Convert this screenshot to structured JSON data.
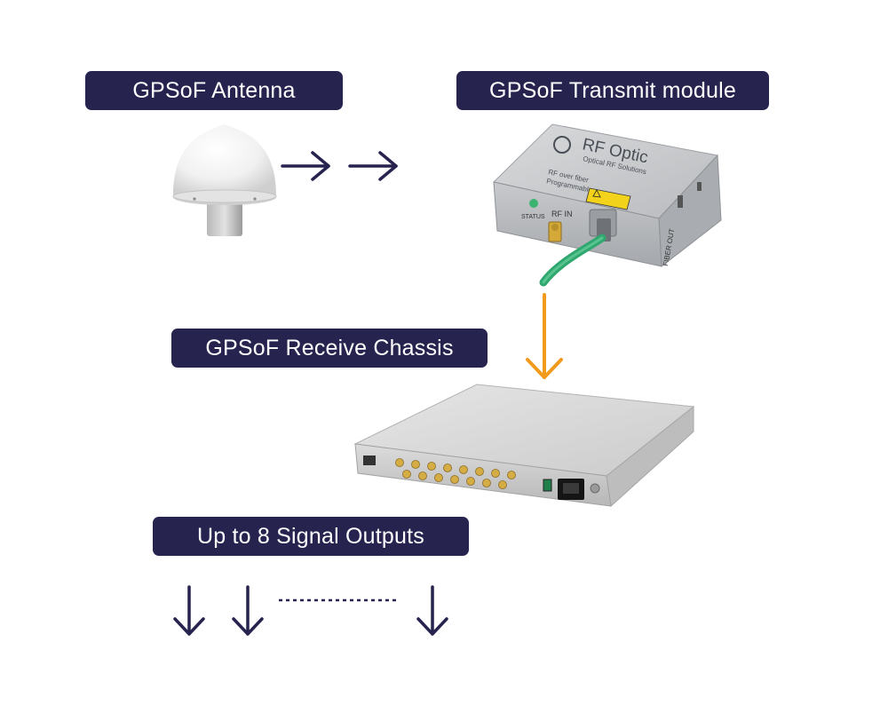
{
  "labels": {
    "antenna": "GPSoF Antenna",
    "transmit": "GPSoF Transmit module",
    "receive": "GPSoF Receive Chassis",
    "outputs": "Up to 8 Signal Outputs"
  },
  "device_text": {
    "brand": "RF Optic",
    "tagline": "Optical RF Solutions",
    "line1": "RF over fiber",
    "line2": "Programmable",
    "status": "STATUS",
    "rf_in": "RF IN",
    "fiber_out": "FIBER OUT"
  },
  "colors": {
    "label_bg": "#26234f",
    "arrow_navy": "#26234f",
    "arrow_orange": "#f29a1e",
    "fiber_green": "#2fa76e"
  }
}
